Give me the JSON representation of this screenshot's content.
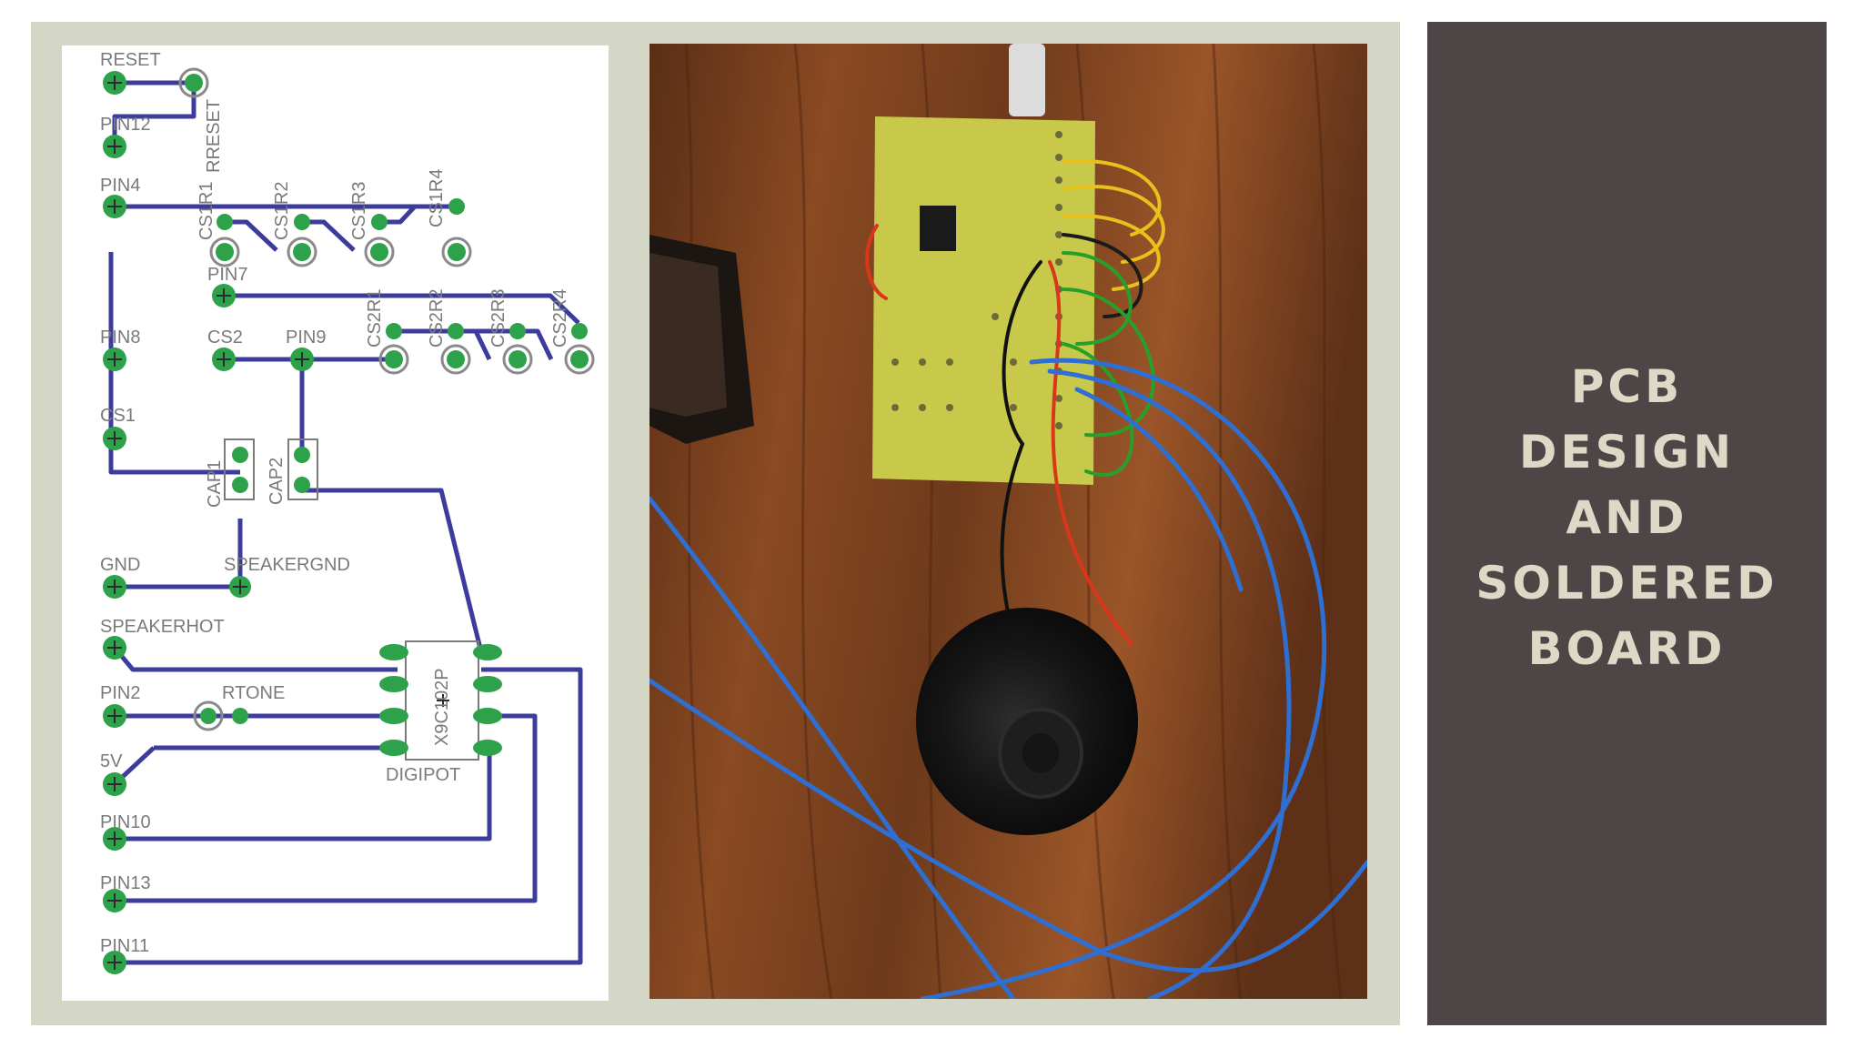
{
  "slide": {
    "title_lines": [
      "PCB",
      "DESIGN",
      "AND",
      "SOLDERED",
      "BOARD"
    ]
  },
  "schematic": {
    "labels": {
      "reset": "RESET",
      "pin12": "PIN12",
      "rreset": "RRESET",
      "pin4": "PIN4",
      "cs1r1": "CS1R1",
      "cs1r2": "CS1R2",
      "cs1r3": "CS1R3",
      "cs1r4": "CS1R4",
      "pin7": "PIN7",
      "pin8": "PIN8",
      "cs2": "CS2",
      "pin9": "PIN9",
      "cs2r1": "CS2R1",
      "cs2r2": "CS2R2",
      "cs2r3": "CS2R3",
      "cs2r4": "CS2R4",
      "cs1": "CS1",
      "cap1": "CAP1",
      "cap2": "CAP2",
      "gnd": "GND",
      "speakergnd": "SPEAKERGND",
      "speakerhot": "SPEAKERHOT",
      "pin2": "PIN2",
      "rtone": "RTONE",
      "x9c102p": "X9C102P",
      "v5": "5V",
      "digipot": "DIGIPOT",
      "pin10": "PIN10",
      "pin13": "PIN13",
      "pin11": "PIN11"
    }
  },
  "colors": {
    "trace": "#3b3c9c",
    "pad": "#2ea24a",
    "panel": "#4e4546",
    "frame": "#d4d6c6",
    "title_text": "#dcd9c6"
  }
}
